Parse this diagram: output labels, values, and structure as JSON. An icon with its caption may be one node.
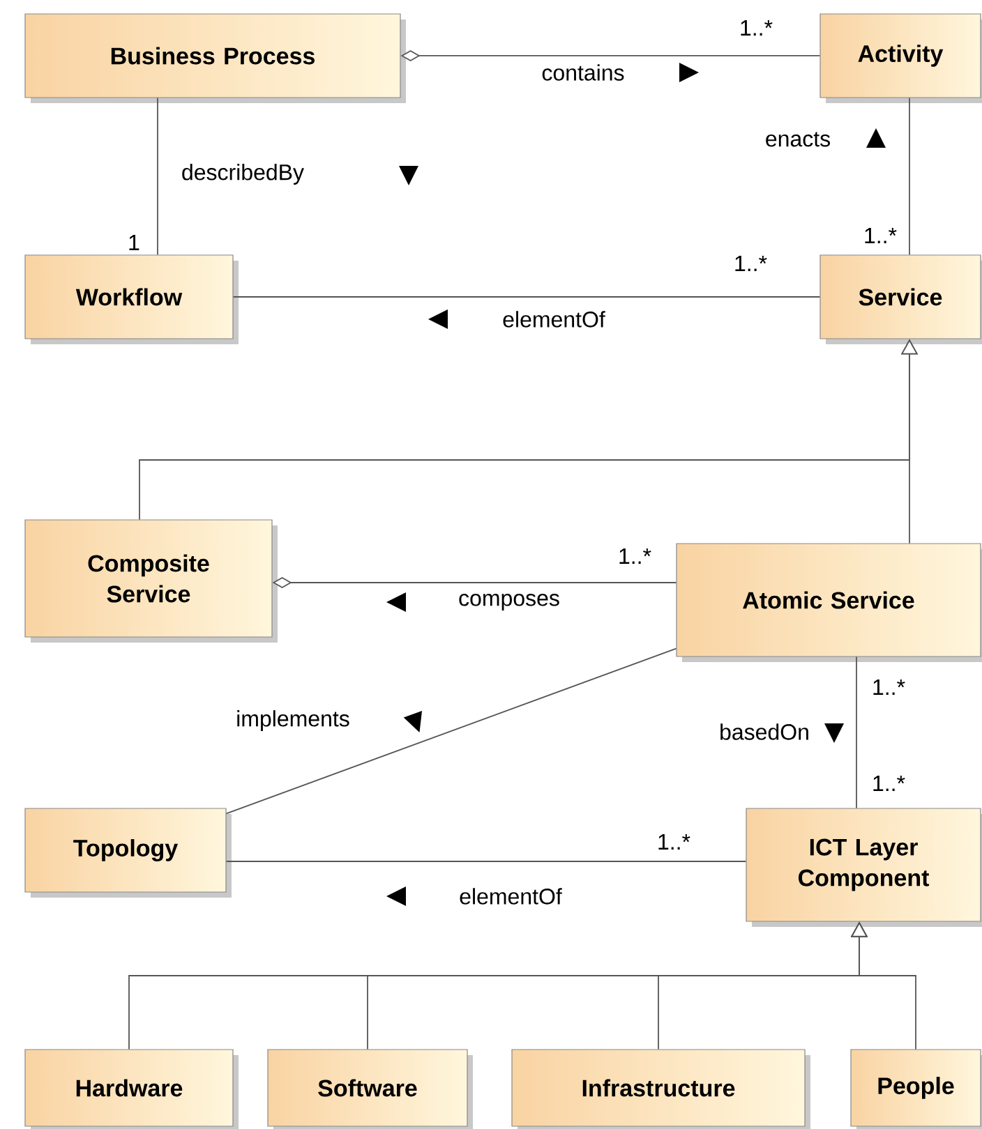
{
  "diagram": {
    "nodes": [
      {
        "text": [
          "Business Process"
        ]
      },
      {
        "text": [
          "Activity"
        ]
      },
      {
        "text": [
          "Workflow"
        ]
      },
      {
        "text": [
          "Service"
        ]
      },
      {
        "text": [
          "Composite Service"
        ]
      },
      {
        "text": [
          "Atomic Service"
        ]
      },
      {
        "text": [
          "Topology"
        ]
      },
      {
        "text": [
          "ICT Layer Component"
        ]
      },
      {
        "text": [
          "Hardware"
        ]
      },
      {
        "text": [
          "Software"
        ]
      },
      {
        "text": [
          "Infrastructure"
        ]
      },
      {
        "text": [
          "People"
        ]
      }
    ],
    "edges": [
      {
        "from": 0,
        "to": 1,
        "arrow": "other",
        "label": "contains"
      },
      {
        "from": 0,
        "to": 2,
        "arrow": "none",
        "label": "describedBy"
      },
      {
        "from": 1,
        "to": 3,
        "arrow": "none",
        "label": "enacts"
      },
      {
        "from": 2,
        "to": 3,
        "arrow": "none",
        "label": "elementOf"
      },
      {
        "from": 4,
        "to": 3,
        "arrow": "to"
      },
      {
        "from": 5,
        "to": 3,
        "arrow": "to"
      },
      {
        "from": 4,
        "to": 5,
        "arrow": "other",
        "label": "composes"
      },
      {
        "from": 5,
        "to": 6,
        "arrow": "none",
        "label": "implements"
      },
      {
        "from": 5,
        "to": 7,
        "arrow": "none",
        "label": "basedOn"
      },
      {
        "from": 6,
        "to": 7,
        "arrow": "none",
        "label": "elementOf"
      },
      {
        "from": 8,
        "to": 7,
        "arrow": "to"
      },
      {
        "from": 9,
        "to": 7,
        "arrow": "to"
      },
      {
        "from": 10,
        "to": 7,
        "arrow": "to"
      },
      {
        "from": 11,
        "to": 7,
        "arrow": "to"
      }
    ],
    "labels": [
      "1..*",
      "1..*",
      "1",
      "1..*",
      "1..*",
      "1..*",
      "1..*",
      "1..*"
    ]
  }
}
